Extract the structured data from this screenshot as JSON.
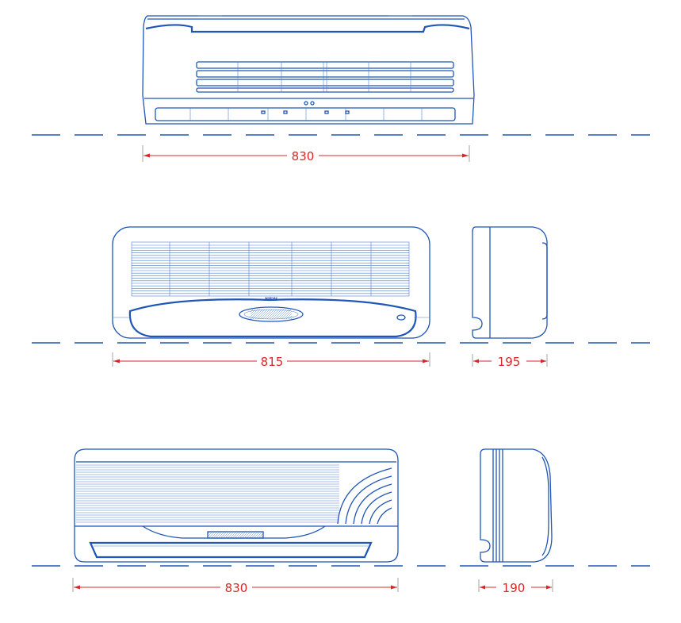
{
  "dimensions": {
    "top_unit_width": "830",
    "middle_unit_width": "815",
    "middle_unit_depth": "195",
    "bottom_unit_width": "830",
    "bottom_unit_depth": "190"
  },
  "brand_badge": "NEW",
  "colors": {
    "outline": "#1f56b8",
    "dimension": "#d62828",
    "background": "#ffffff"
  }
}
